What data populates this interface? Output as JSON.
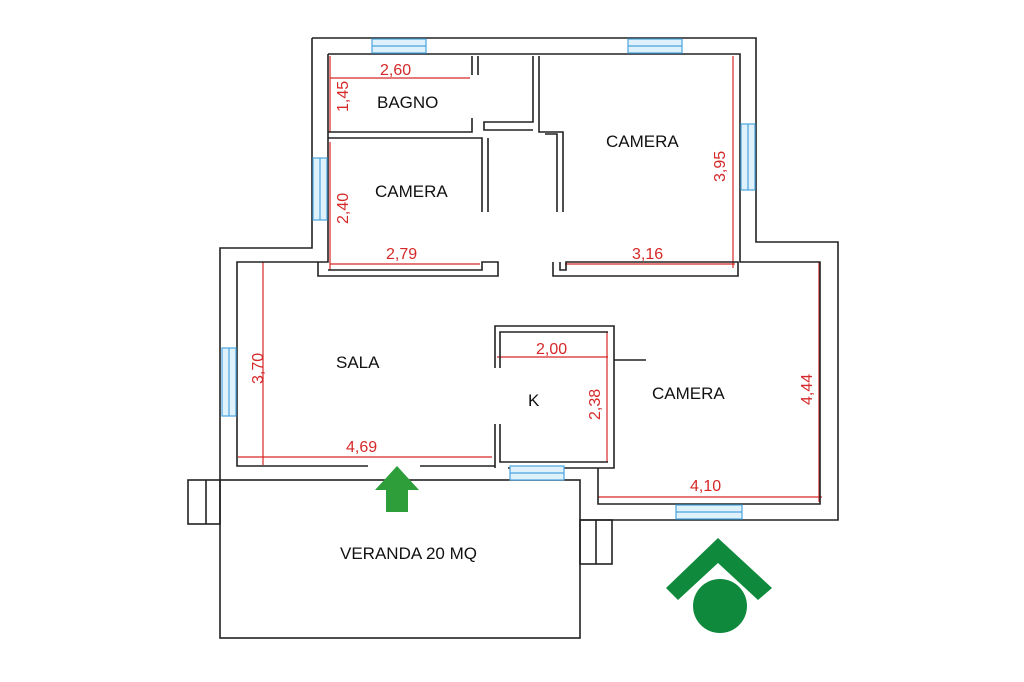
{
  "rooms": {
    "bagno": "BAGNO",
    "camera_left": "CAMERA",
    "camera_top_right": "CAMERA",
    "camera_right": "CAMERA",
    "sala": "SALA",
    "kitchen": "K",
    "veranda": "VERANDA 20 MQ"
  },
  "dimensions": {
    "bagno_width": "2,60",
    "bagno_height": "1,45",
    "camera_left_height": "2,40",
    "camera_left_width": "2,79",
    "camera_top_right_height": "3,95",
    "camera_top_right_width": "3,16",
    "sala_height": "3,70",
    "sala_width": "4,69",
    "kitchen_width": "2,00",
    "kitchen_height": "2,38",
    "camera_right_height": "4,44",
    "camera_right_width": "4,10"
  },
  "colors": {
    "wall": "#222222",
    "dimension": "#d62828",
    "window": "#4aa3df",
    "window_fill": "#dff1fb",
    "entrance_arrow": "#2e9e3a",
    "logo": "#0f8a3c"
  },
  "icons": {
    "entrance": "up-arrow-icon",
    "logo": "house-roof-circle-logo"
  }
}
